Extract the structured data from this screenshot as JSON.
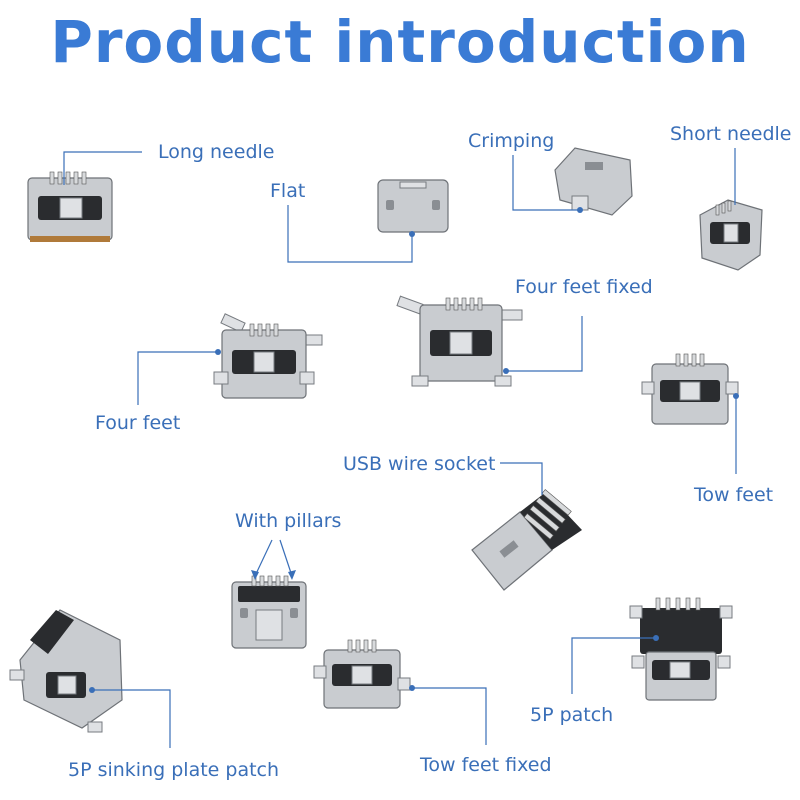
{
  "title": "Product introduction",
  "labels": {
    "long_needle": "Long needle",
    "flat": "Flat",
    "crimping": "Crimping",
    "short_needle": "Short needle",
    "four_feet_fixed": "Four feet fixed",
    "four_feet": "Four feet",
    "tow_feet": "Tow feet",
    "usb_wire_socket": "USB wire socket",
    "with_pillars": "With pillars",
    "sinking_plate_patch": "5P sinking plate patch",
    "tow_feet_fixed": "Tow feet fixed",
    "five_p_patch": "5P patch"
  },
  "colors": {
    "title": "#3a7bd5",
    "label": "#3a6fb8"
  }
}
